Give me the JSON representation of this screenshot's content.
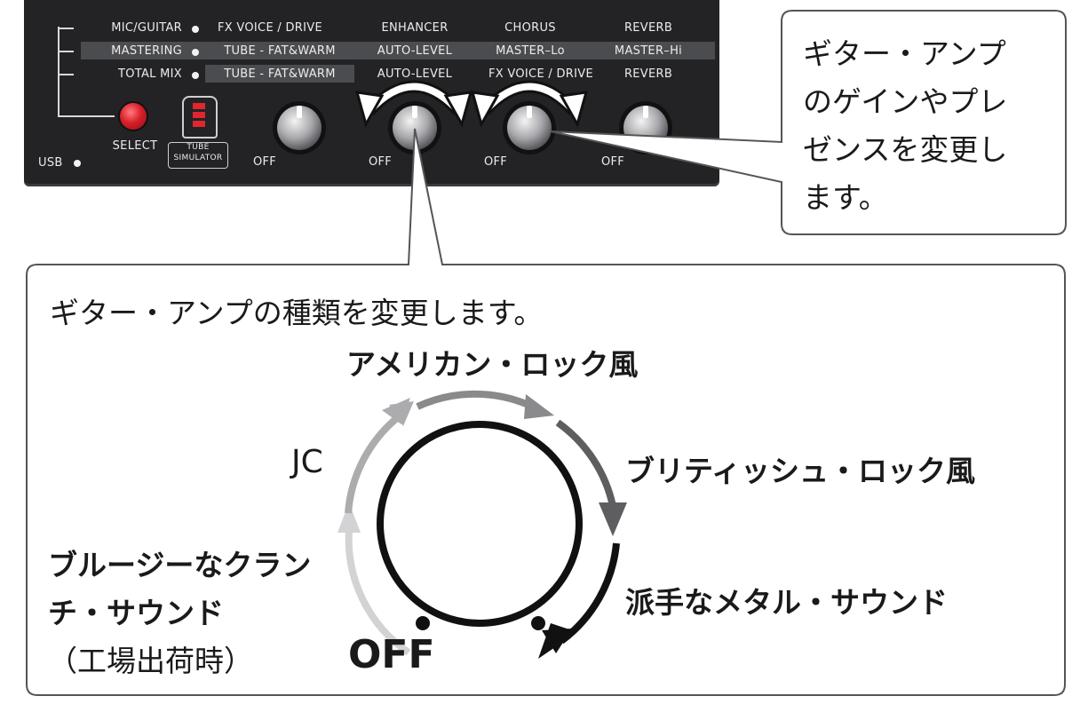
{
  "panel": {
    "rows": [
      {
        "label": "MIC/GUITAR",
        "cols": [
          "FX VOICE / DRIVE",
          "ENHANCER",
          "CHORUS",
          "REVERB"
        ]
      },
      {
        "label": "MASTERING",
        "cols": [
          "TUBE - FAT&WARM",
          "AUTO-LEVEL",
          "MASTER–Lo",
          "MASTER–Hi"
        ]
      },
      {
        "label": "TOTAL MIX",
        "cols": [
          "TUBE - FAT&WARM",
          "AUTO-LEVEL",
          "FX VOICE / DRIVE",
          "REVERB"
        ]
      }
    ],
    "select_label": "SELECT",
    "tube_label_1": "TUBE",
    "tube_label_2": "SIMULATOR",
    "usb_label": "USB",
    "knob_off_label": "OFF",
    "colors": {
      "panel": "#232326",
      "select_button": "#d8202a",
      "tube_led": "#e0262e"
    }
  },
  "callout_right": {
    "lines": [
      "ギター・アンプ",
      "のゲインやプレ",
      "ゼンスを変更し",
      "ます。"
    ]
  },
  "callout_main": {
    "title": "ギター・アンプの種類を変更します。",
    "positions": {
      "off": "OFF",
      "factory_1": "ブルージーなクラン",
      "factory_2": "チ・サウンド",
      "factory_3": "（工場出荷時）",
      "jc": "JC",
      "american": "アメリカン・ロック風",
      "british": "ブリティッシュ・ロック風",
      "metal": "派手なメタル・サウンド"
    }
  }
}
